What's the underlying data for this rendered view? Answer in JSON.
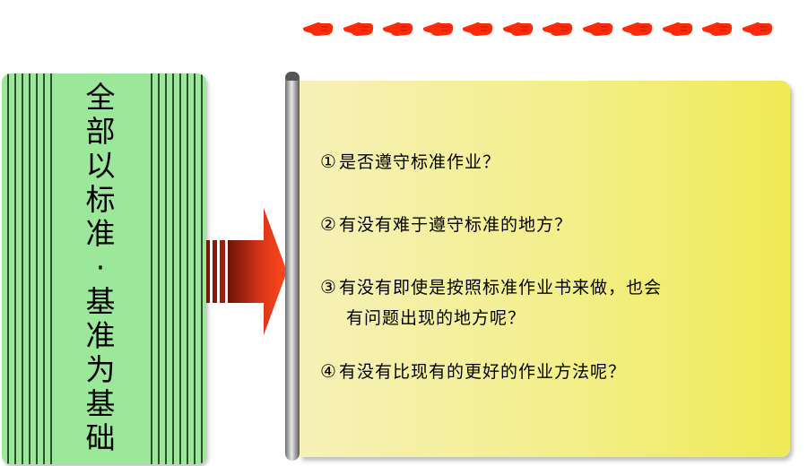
{
  "title_chars": [
    "全",
    "部",
    "以",
    "标",
    "准",
    "·",
    "基",
    "准",
    "为",
    "基",
    "础"
  ],
  "questions": {
    "q1": {
      "num": "①",
      "text": "是否遵守标准作业？"
    },
    "q2": {
      "num": "②",
      "text": "有没有难于遵守标准的地方？"
    },
    "q3": {
      "num": "③",
      "text": "有没有即使是按照标准作业书来做，也会",
      "text_cont": "有问题出现的地方呢？"
    },
    "q4": {
      "num": "④",
      "text": "有没有比现有的更好的作业方法呢？"
    }
  },
  "colors": {
    "green": "#9be89a",
    "yellow": "#f3ef8a",
    "arrow_red": "#ff3b1a",
    "hand_red": "#ff2a0a"
  },
  "decor": {
    "hand_icon": "pointing-hand-icon",
    "hand_count": 12
  }
}
